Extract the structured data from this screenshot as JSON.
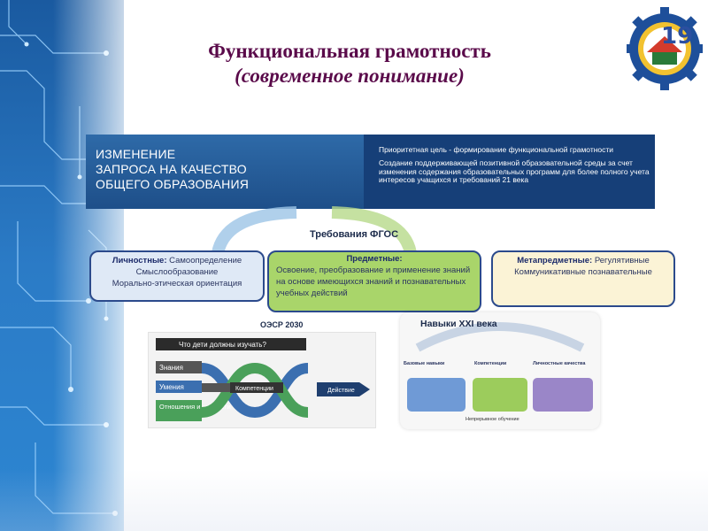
{
  "title": {
    "line1": "Функциональная грамотность",
    "line2": "(современное понимание)"
  },
  "banner": {
    "left_lines": [
      "ИЗМЕНЕНИЕ",
      "ЗАПРОСА НА КАЧЕСТВО",
      "ОБЩЕГО ОБРАЗОВАНИЯ"
    ],
    "right_p1": "Приоритетная цель - формирование функциональной грамотности",
    "right_p2": "Создание поддерживающей позитивной образовательной  среды за счет изменения содержания образовательных программ для более полного учета интересов учащихся и  требований 21 века"
  },
  "fgos": {
    "title": "Требования ФГОС",
    "personal": {
      "label": "Личностные:",
      "lines": [
        "Самоопределение",
        "Смыслообразование",
        "Морально-этическая ориентация"
      ]
    },
    "subject": {
      "label": "Предметные:",
      "text": "Освоение, преобразование и  применение знаний на основе имеющихся знаний и познавательных учебных действий"
    },
    "meta": {
      "label": "Метапредметные:",
      "line1": "Регулятивные",
      "line2": "Коммуникативные  познавательные"
    }
  },
  "oecd": {
    "label": "ОЭСР 2030",
    "header": "Что дети должны изучать?",
    "rows": [
      "Знания",
      "Умения",
      "Отношения и ценности"
    ],
    "competencies": "Компетенции",
    "action": "Действие"
  },
  "skills": {
    "title": "Навыки XXI века",
    "cols": [
      "Базовые навыки",
      "Компетенции",
      "Личностные качества"
    ],
    "footer": "Непрерывное обучение",
    "col_colors": [
      "#6f9ad6",
      "#9ccc5c",
      "#9a86c8"
    ]
  },
  "colors": {
    "title": "#5a0a4a",
    "banner_left": "#2e6aa8",
    "banner_right": "#163f78",
    "personal_bg": "#dfe9f6",
    "subject_bg": "#a9d56a",
    "meta_bg": "#fbf3d6"
  }
}
